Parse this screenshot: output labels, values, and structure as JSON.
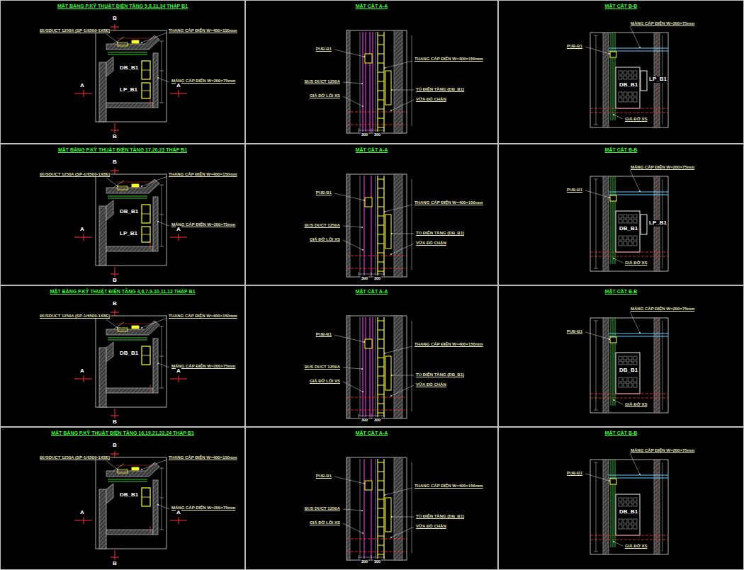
{
  "diagram": {
    "nodes": [
      {
        "text": [
          "MẶT BẰNG P.KỸ THUẬT ĐIỆN TẦNG 5,8,31,34 THÁP B1"
        ]
      },
      {
        "text": [
          "MẶT CẮT A-A"
        ]
      },
      {
        "text": [
          "MẶT CẮT B-B"
        ]
      },
      {
        "text": [
          "MẶT BẰNG P.KỸ THUẬT ĐIỆN TẦNG 17,20,23 THÁP B1"
        ]
      },
      {
        "text": [
          "MẶT CẮT A-A"
        ]
      },
      {
        "text": [
          "MẶT CẮT B-B"
        ]
      },
      {
        "text": [
          "MẶT BẰNG P.KỸ THUẬT ĐIỆN TẦNG 4,6,7,9,10,11,12 THÁP B1"
        ]
      },
      {
        "text": [
          "MẶT CẮT A-A"
        ]
      },
      {
        "text": [
          "MẶT CẮT B-B"
        ]
      },
      {
        "text": [
          "MẶT BẰNG P.KỸ THUẬT ĐIỆN TẦNG 16,19,21,22,24 THÁP B1"
        ]
      },
      {
        "text": [
          "MẶT CẮT A-A"
        ]
      },
      {
        "text": [
          "MẶT CẮT B-B"
        ]
      }
    ],
    "labels": [
      "BUSDUCT 1250A (SP-1/6500-1X8E)",
      "THANG CÁP ĐIỆN W=400×150mm",
      "MÁNG CÁP ĐIỆN W=200×75mm",
      "DB_B1",
      "LP_B1",
      "A",
      "A",
      "B",
      "B",
      "PUB-B1",
      "BUS DUCT 1250A",
      "GIÁ ĐỠ LÕI XS",
      "THANG CÁP ĐIỆN W=400×150mm",
      "TỦ ĐIỆN TẦNG (DB_B1)",
      "VỮA ĐỔ CHẶN",
      "300",
      "300",
      "MÁNG CÁP ĐIỆN W=200×75mm",
      "PUB-B1",
      "DB_B1",
      "LP_B1",
      "GIÁ ĐỠ XS",
      "BUSDUCT 1250A (SP-1/6500-1X8E)",
      "THANG CÁP ĐIỆN W=400×150mm",
      "MÁNG CÁP ĐIỆN W=200×75mm",
      "DB_B1",
      "LP_B1",
      "A",
      "A",
      "B",
      "B",
      "PUB-B1",
      "BUS DUCT 1250A",
      "GIÁ ĐỠ LÕI XS",
      "THANG CÁP ĐIỆN W=400×150mm",
      "TỦ ĐIỆN TẦNG (DB_B1)",
      "VỮA ĐỔ CHẶN",
      "300",
      "300",
      "MÁNG CÁP ĐIỆN W=200×75mm",
      "PUB-B1",
      "DB_B1",
      "LP_B1",
      "GIÁ ĐỠ XS",
      "BUSDUCT 1250A (SP-1/6500-1X8E)",
      "THANG CÁP ĐIỆN W=400×150mm",
      "MÁNG CÁP ĐIỆN W=200×75mm",
      "DB_B1",
      "A",
      "A",
      "B",
      "B",
      "PUB-B1",
      "BUS DUCT 1250A",
      "GIÁ ĐỠ LÕI XS",
      "THANG CÁP ĐIỆN W=400×150mm",
      "TỦ ĐIỆN TẦNG (DB_B1)",
      "VỮA ĐỔ CHẶN",
      "300",
      "300",
      "MÁNG CÁP ĐIỆN W=200×75mm",
      "PUB-B1",
      "DB_B1",
      "GIÁ ĐỠ XS",
      "BUSDUCT 1250A (SP-1/6500-1X8E)",
      "THANG CÁP ĐIỆN W=400×150mm",
      "MÁNG CÁP ĐIỆN W=200×75mm",
      "DB_B1",
      "A",
      "A",
      "B",
      "B",
      "PUB-B1",
      "BUS DUCT 1250A",
      "GIÁ ĐỠ LÕI XS",
      "THANG CÁP ĐIỆN W=400×150mm",
      "TỦ ĐIỆN TẦNG (DB_B1)",
      "VỮA ĐỔ CHẶN",
      "300",
      "300",
      "MÁNG CÁP ĐIỆN W=200×75mm",
      "PUB-B1",
      "DB_B1",
      "GIÁ ĐỠ XS"
    ]
  }
}
